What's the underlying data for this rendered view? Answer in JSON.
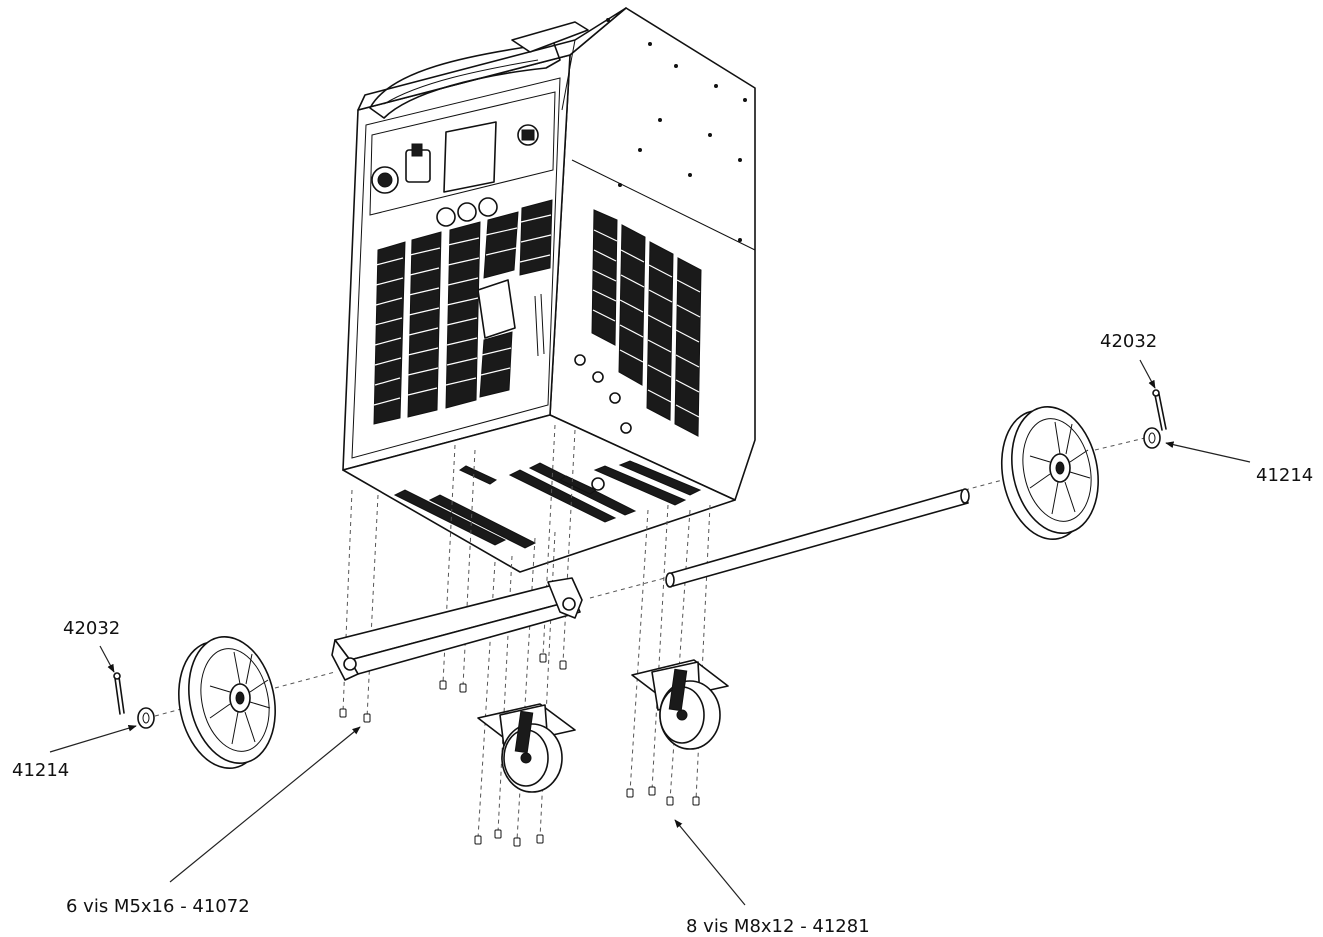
{
  "labels": {
    "cotter_pin_right": "42032",
    "washer_right": "41214",
    "cotter_pin_left": "42032",
    "washer_left": "41214",
    "screws_m5": "6 vis  M5x16 - 41072",
    "screws_m8": "8 vis  M8x12 - 41281"
  },
  "colors": {
    "line": "#111111",
    "background": "#ffffff",
    "vent": "#1a1a1a"
  }
}
